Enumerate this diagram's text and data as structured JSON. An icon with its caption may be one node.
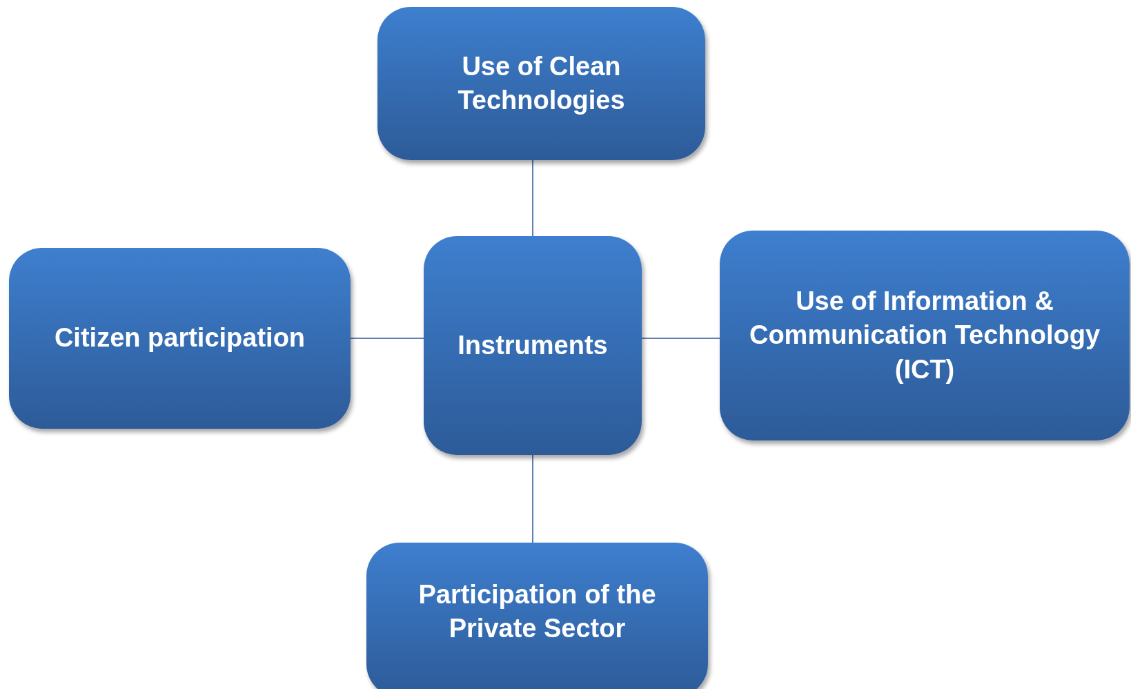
{
  "diagram": {
    "nodes": [
      {
        "text": [
          "Use of Clean Technologies"
        ]
      },
      {
        "text": [
          "Citizen participation"
        ]
      },
      {
        "text": [
          "Instruments"
        ]
      },
      {
        "text": [
          "Use of Information & Communication Technology (ICT)"
        ]
      },
      {
        "text": [
          "Participation of the Private Sector"
        ]
      }
    ],
    "edges": [
      {
        "from": 2,
        "to": 0,
        "arrow": "none"
      },
      {
        "from": 1,
        "to": 2,
        "arrow": "none"
      },
      {
        "from": 2,
        "to": 3,
        "arrow": "none"
      },
      {
        "from": 2,
        "to": 4,
        "arrow": "none"
      }
    ]
  }
}
